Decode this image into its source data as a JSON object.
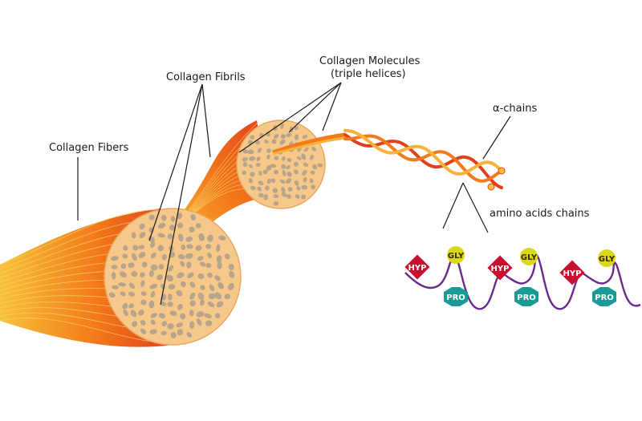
{
  "labels": {
    "collagen_fibers": "Collagen Fibers",
    "collagen_fibrils": "Collagen Fibrils",
    "collagen_molecules": "Collagen Molecules",
    "triple_helices": "(triple helices)",
    "alpha_chains": "α-chains",
    "amino_acids_chains": "amino acids chains"
  },
  "amino_acids": {
    "hyp": "HYP",
    "gly": "GLY",
    "pro": "PRO"
  },
  "colors": {
    "fiber_dark": "#e2401c",
    "fiber_mid": "#f27a1a",
    "fiber_light": "#f7c23a",
    "cross_section": "#f6c98a",
    "cell": "#b8a48a",
    "hyp": "#c8102e",
    "gly": "#d9d918",
    "pro": "#1a9a96",
    "chain": "#6a2a8c"
  }
}
